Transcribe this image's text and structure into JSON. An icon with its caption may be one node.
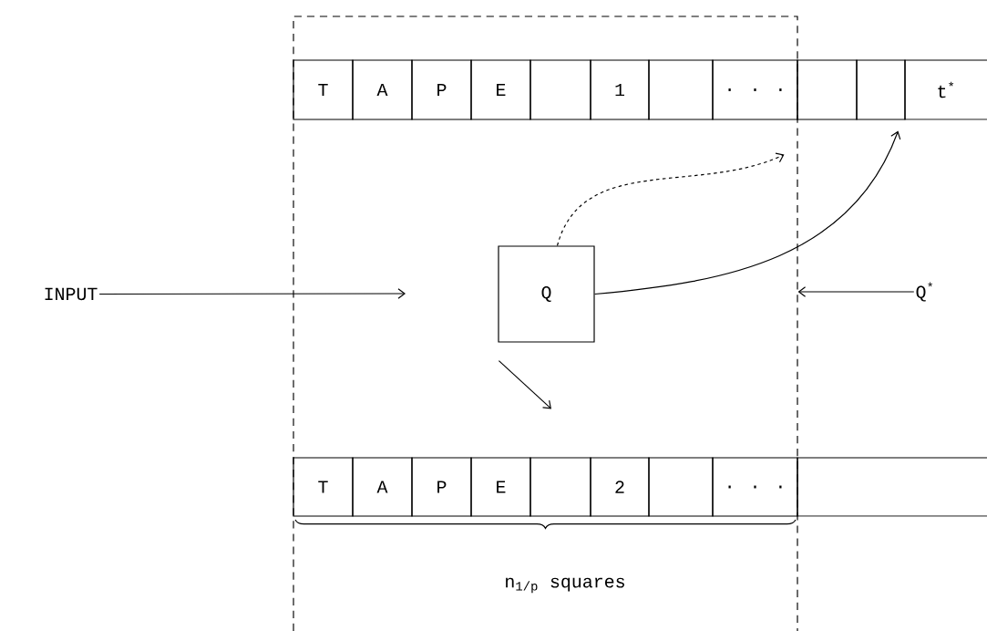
{
  "diagram": {
    "nodes": [
      {
        "text": [],
        "shape": "box"
      },
      {
        "text": [
          "T"
        ],
        "in": 0
      },
      {
        "text": [
          "A"
        ],
        "in": 0
      },
      {
        "text": [
          "P"
        ],
        "in": 0
      },
      {
        "text": [
          "E"
        ],
        "in": 0
      },
      {
        "text": [],
        "shape": "box",
        "in": 0
      },
      {
        "text": [
          "1"
        ],
        "in": 0
      },
      {
        "text": [],
        "shape": "box",
        "in": 0
      },
      {
        "text": [
          ". . ."
        ],
        "in": 0
      },
      {
        "text": [],
        "shape": "box"
      },
      {
        "text": [],
        "shape": "box"
      },
      {
        "text": [
          "t$^{*}$"
        ]
      },
      {
        "text": [
          "INPUT"
        ]
      },
      {
        "text": [
          "Q"
        ],
        "in": 0
      },
      {
        "text": [
          "Q$^{*}$"
        ]
      },
      {
        "text": [
          "T"
        ],
        "in": 0
      },
      {
        "text": [
          "A"
        ],
        "in": 0
      },
      {
        "text": [
          "P"
        ],
        "in": 0
      },
      {
        "text": [
          "E"
        ],
        "in": 0
      },
      {
        "text": [],
        "shape": "box",
        "in": 0
      },
      {
        "text": [
          "2"
        ],
        "in": 0
      },
      {
        "text": [],
        "shape": "box",
        "in": 0
      },
      {
        "text": [
          ". . ."
        ],
        "in": 0
      },
      {
        "text": [],
        "shape": "box"
      }
    ],
    "edges": [
      {
        "from": 12,
        "to": null,
        "arrow": "to"
      },
      {
        "from": 14,
        "to": 0,
        "arrow": "to"
      },
      {
        "from": 13,
        "to": 8,
        "arrow": "to",
        "style": "dashed"
      },
      {
        "from": 13,
        "to": 10,
        "arrow": "to"
      },
      {
        "from": 13,
        "to": 19,
        "arrow": "to"
      }
    ],
    "labels": [
      "n$_{1/p}$ squares"
    ]
  }
}
